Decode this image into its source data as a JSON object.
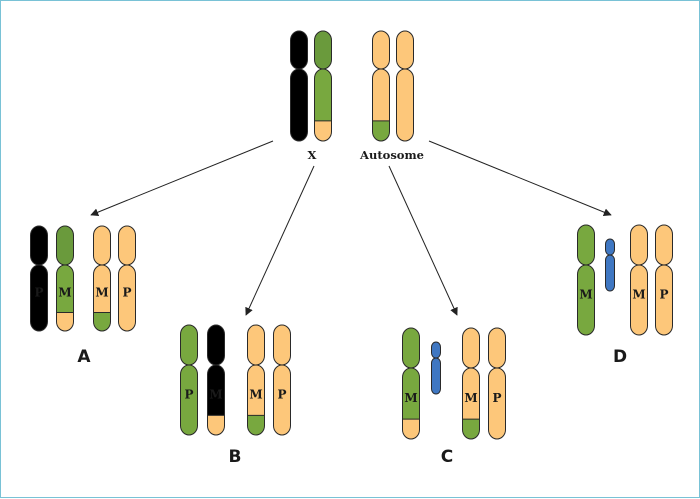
{
  "colors": {
    "paternal_gray": "#b8b9bb",
    "green_cen": "#6a9a3c",
    "green": "#78a83f",
    "orange": "#fdc77a",
    "blue": "#3f77c2",
    "outline": "#2a2a2a",
    "arrow": "#222222",
    "frame": "#79c2d6"
  },
  "labels": {
    "x": "X",
    "autosome": "Autosome",
    "paternal": "P",
    "maternal": "M",
    "panel_a": "A",
    "panel_b": "B",
    "panel_c": "C",
    "panel_d": "D"
  },
  "panels": [
    {
      "id": "top",
      "chromosomes": [
        {
          "top": "gray",
          "bottom": [
            "gray"
          ],
          "mark": null
        },
        {
          "top": "green_cen",
          "bottom": [
            "green",
            "orange"
          ],
          "mark": null
        },
        {
          "top": "orange",
          "bottom": [
            "orange",
            "green"
          ],
          "mark": null
        },
        {
          "top": "orange",
          "bottom": [
            "orange"
          ],
          "mark": null
        }
      ]
    },
    {
      "id": "A",
      "chromosomes": [
        {
          "top": "gray",
          "bottom": [
            "gray"
          ],
          "mark": "paternal"
        },
        {
          "top": "green_cen",
          "bottom": [
            "green",
            "orange"
          ],
          "mark": "maternal"
        },
        {
          "top": "orange",
          "bottom": [
            "orange",
            "green"
          ],
          "mark": "maternal"
        },
        {
          "top": "orange",
          "bottom": [
            "orange"
          ],
          "mark": "paternal"
        }
      ]
    },
    {
      "id": "B",
      "chromosomes": [
        {
          "top": "green",
          "bottom": [
            "green"
          ],
          "mark": "paternal"
        },
        {
          "top": "gray",
          "bottom": [
            "gray",
            "orange"
          ],
          "mark": "maternal"
        },
        {
          "top": "orange",
          "bottom": [
            "orange",
            "green"
          ],
          "mark": "maternal"
        },
        {
          "top": "orange",
          "bottom": [
            "orange"
          ],
          "mark": "paternal"
        }
      ]
    },
    {
      "id": "C",
      "chromosomes": [
        {
          "top": "green",
          "bottom": [
            "green",
            "orange"
          ],
          "mark": "maternal"
        },
        {
          "top": "blue",
          "bottom": [
            "blue"
          ],
          "mark": null,
          "small": true
        },
        {
          "top": "orange",
          "bottom": [
            "orange",
            "green"
          ],
          "mark": "maternal"
        },
        {
          "top": "orange",
          "bottom": [
            "orange"
          ],
          "mark": "paternal"
        }
      ]
    },
    {
      "id": "D",
      "chromosomes": [
        {
          "top": "green",
          "bottom": [
            "green"
          ],
          "mark": "maternal"
        },
        {
          "top": "blue",
          "bottom": [
            "blue"
          ],
          "mark": null,
          "small": true
        },
        {
          "top": "orange",
          "bottom": [
            "orange"
          ],
          "mark": "maternal"
        },
        {
          "top": "orange",
          "bottom": [
            "orange"
          ],
          "mark": "paternal"
        }
      ]
    }
  ]
}
